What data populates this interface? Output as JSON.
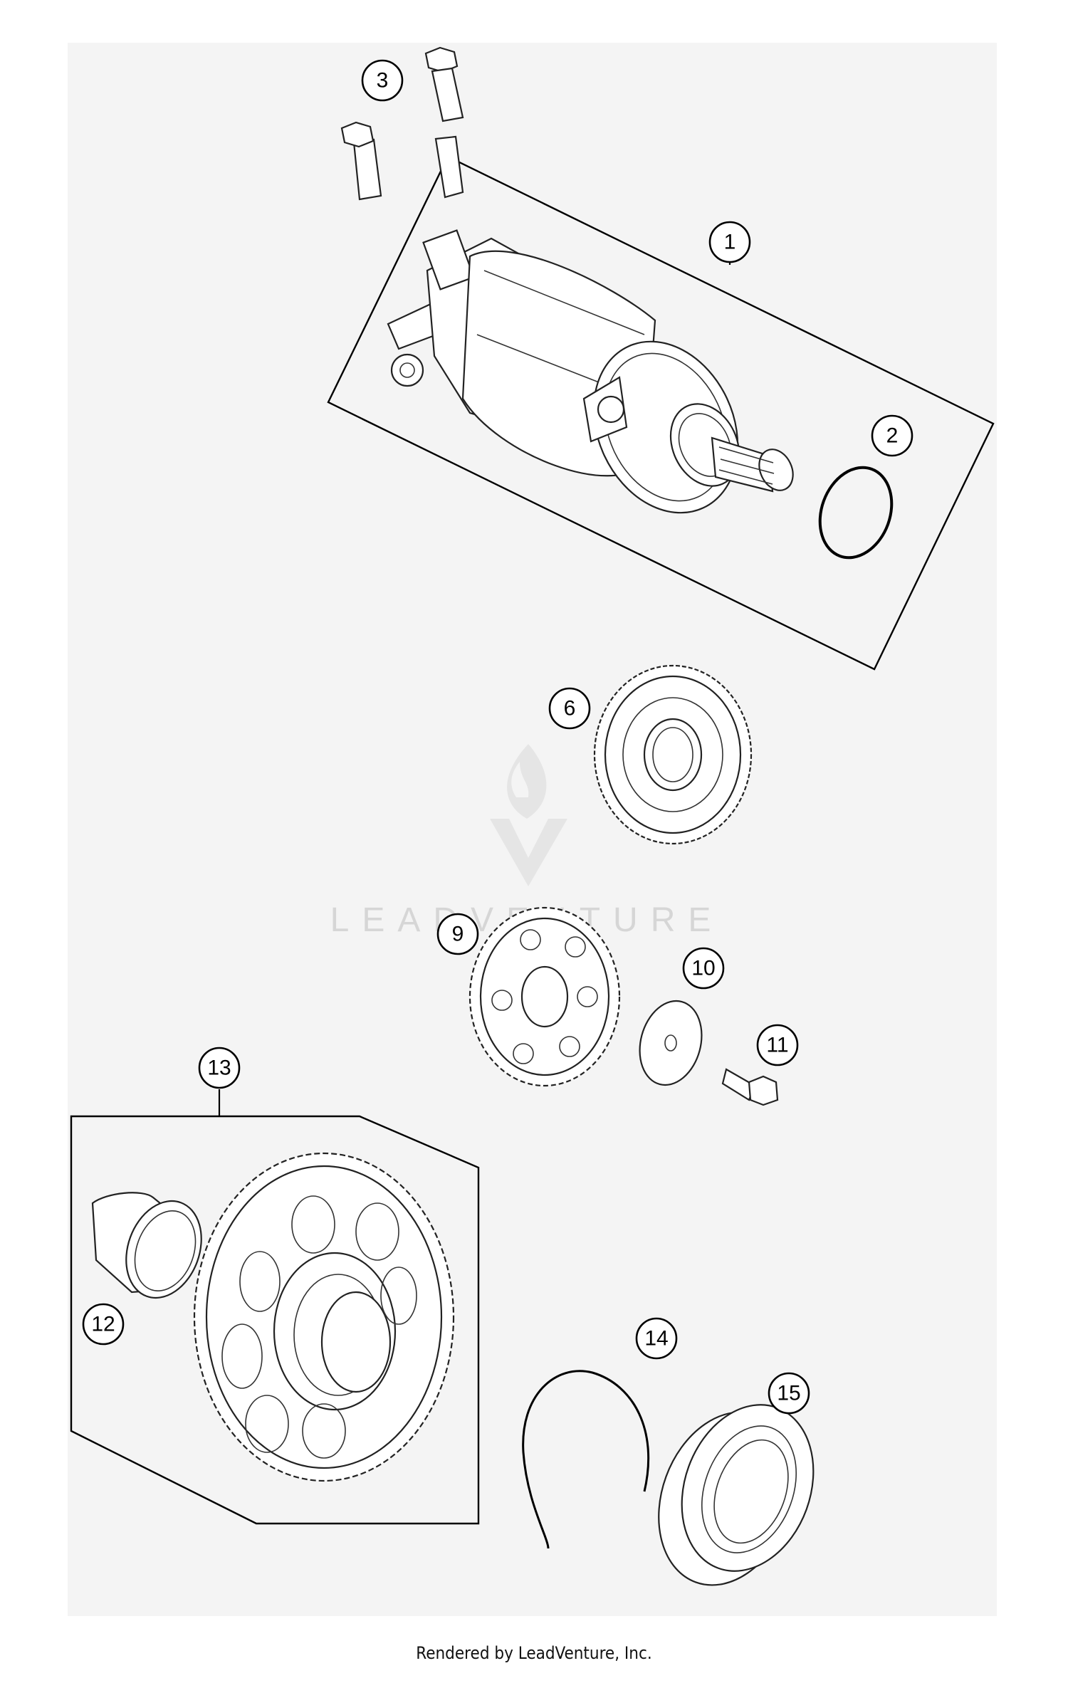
{
  "watermark": {
    "brand": "LEADVENTURE",
    "color": "#cfcfcf"
  },
  "callouts": [
    {
      "id": "1",
      "label": "1"
    },
    {
      "id": "2",
      "label": "2"
    },
    {
      "id": "3",
      "label": "3"
    },
    {
      "id": "6",
      "label": "6"
    },
    {
      "id": "9",
      "label": "9"
    },
    {
      "id": "10",
      "label": "10"
    },
    {
      "id": "11",
      "label": "11"
    },
    {
      "id": "12",
      "label": "12"
    },
    {
      "id": "13",
      "label": "13"
    },
    {
      "id": "14",
      "label": "14"
    },
    {
      "id": "15",
      "label": "15"
    }
  ],
  "footer": {
    "text": "Rendered by LeadVenture, Inc."
  },
  "colors": {
    "background": "#f4f4f4",
    "line": "#000000"
  }
}
